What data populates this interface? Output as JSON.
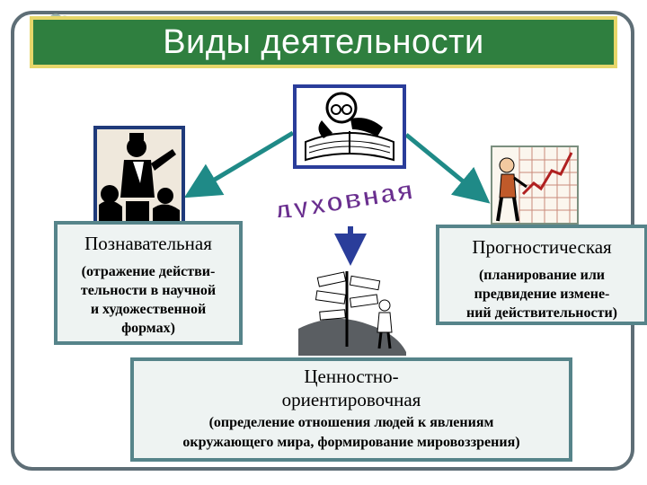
{
  "title": "Виды деятельности",
  "center_label": "духовная",
  "boxes": {
    "cognitive": {
      "title": "Познавательная",
      "desc_lines": [
        "(отражение действи-",
        "тельности в научной",
        "и художественной",
        "формах)"
      ]
    },
    "prognostic": {
      "title": "Прогностическая",
      "desc_lines": [
        "(планирование или",
        "предвидение измене-",
        "ний действительности)"
      ]
    },
    "value": {
      "title_lines": [
        "Ценностно-",
        "ориентировочная"
      ],
      "desc_lines": [
        "(определение отношения людей к явлениям",
        "окружающего мира, формирование мировоззрения)"
      ]
    }
  },
  "colors": {
    "title_bg": "#2f7f3f",
    "title_border": "#e6d66a",
    "box_border": "#56848a",
    "arrow": "#1f8a87",
    "center_label": "#6a2f8f"
  }
}
